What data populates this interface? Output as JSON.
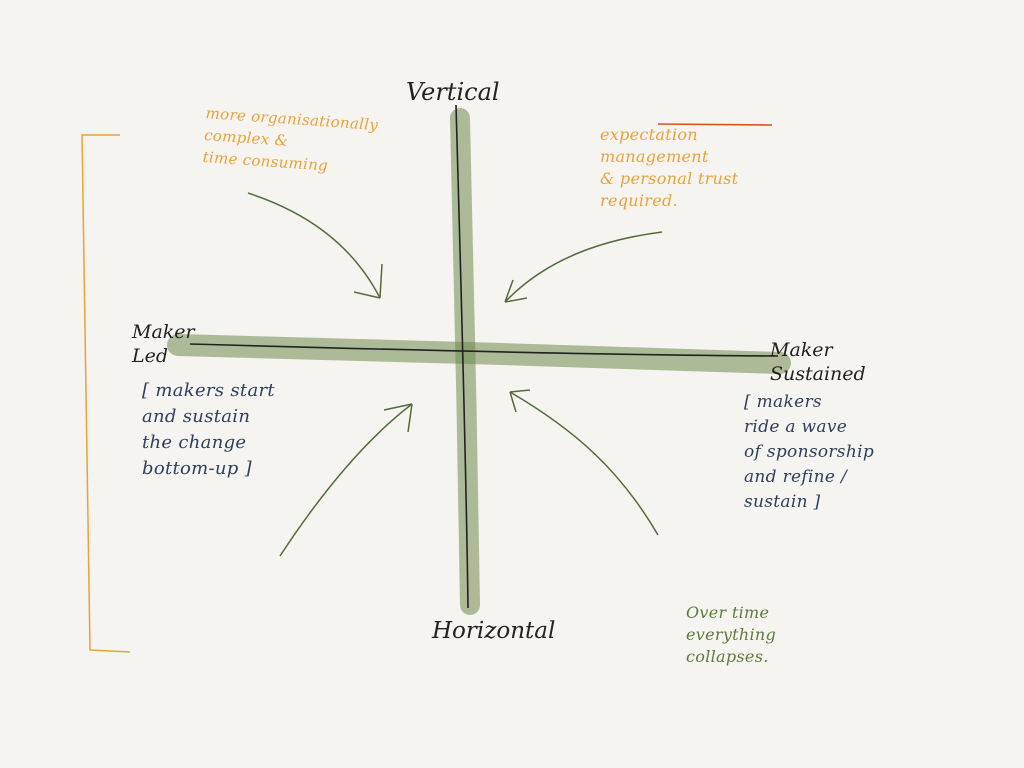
{
  "diagram": {
    "axis_top": "Vertical",
    "axis_bottom": "Horizontal",
    "axis_left": "Maker\nLed",
    "axis_right": "Maker\nSustained",
    "note_top_left": "more organisationally\ncomplex &\ntime consuming",
    "note_top_right": "expectation\nmanagement\n& personal trust\nrequired.",
    "note_left": "[ makers start\nand sustain\nthe change\nbottom-up ]",
    "note_right": "[ makers\nride a wave\nof sponsorship\nand refine /\nsustain ]",
    "note_bottom_right": "Over time\neverything\ncollapses."
  },
  "colors": {
    "axis_band": "#6f8a4f",
    "ink_dark": "#222222",
    "ink_blue": "#2f3f5c",
    "ink_orange": "#e8a23a",
    "ink_green": "#5e7a3a",
    "accent_red": "#d9521e"
  }
}
